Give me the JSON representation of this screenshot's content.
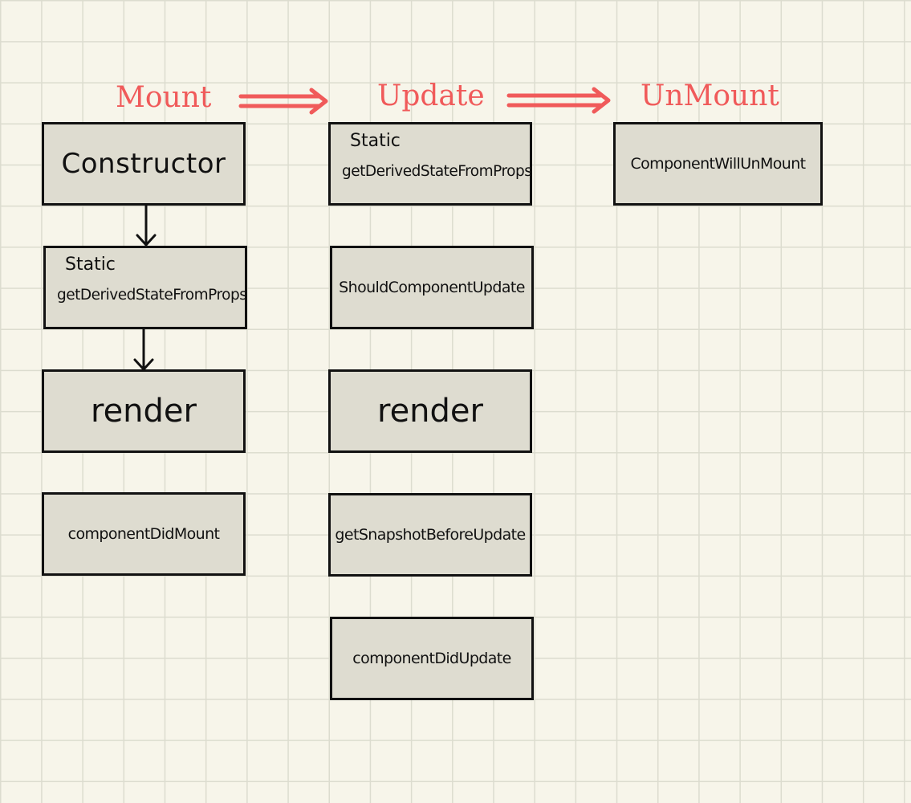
{
  "phases": {
    "mount": "Mount",
    "update": "Update",
    "unmount": "UnMount"
  },
  "mount": {
    "constructor": "Constructor",
    "gdsfp_line1": "Static",
    "gdsfp_line2": "getDerivedStateFromProps",
    "render": "render",
    "did_mount": "componentDidMount"
  },
  "update": {
    "gdsfp_line1": "Static",
    "gdsfp_line2": "getDerivedStateFromProps",
    "should_update": "ShouldComponentUpdate",
    "render": "render",
    "snapshot": "getSnapshotBeforeUpdate",
    "did_update": "componentDidUpdate"
  },
  "unmount": {
    "will_unmount": "ComponentWillUnMount"
  },
  "colors": {
    "phase_label": "#f05a5a",
    "box_fill": "#dedcd0",
    "box_border": "#111111",
    "paper": "#f7f5ea",
    "grid": "#dcdccf"
  }
}
